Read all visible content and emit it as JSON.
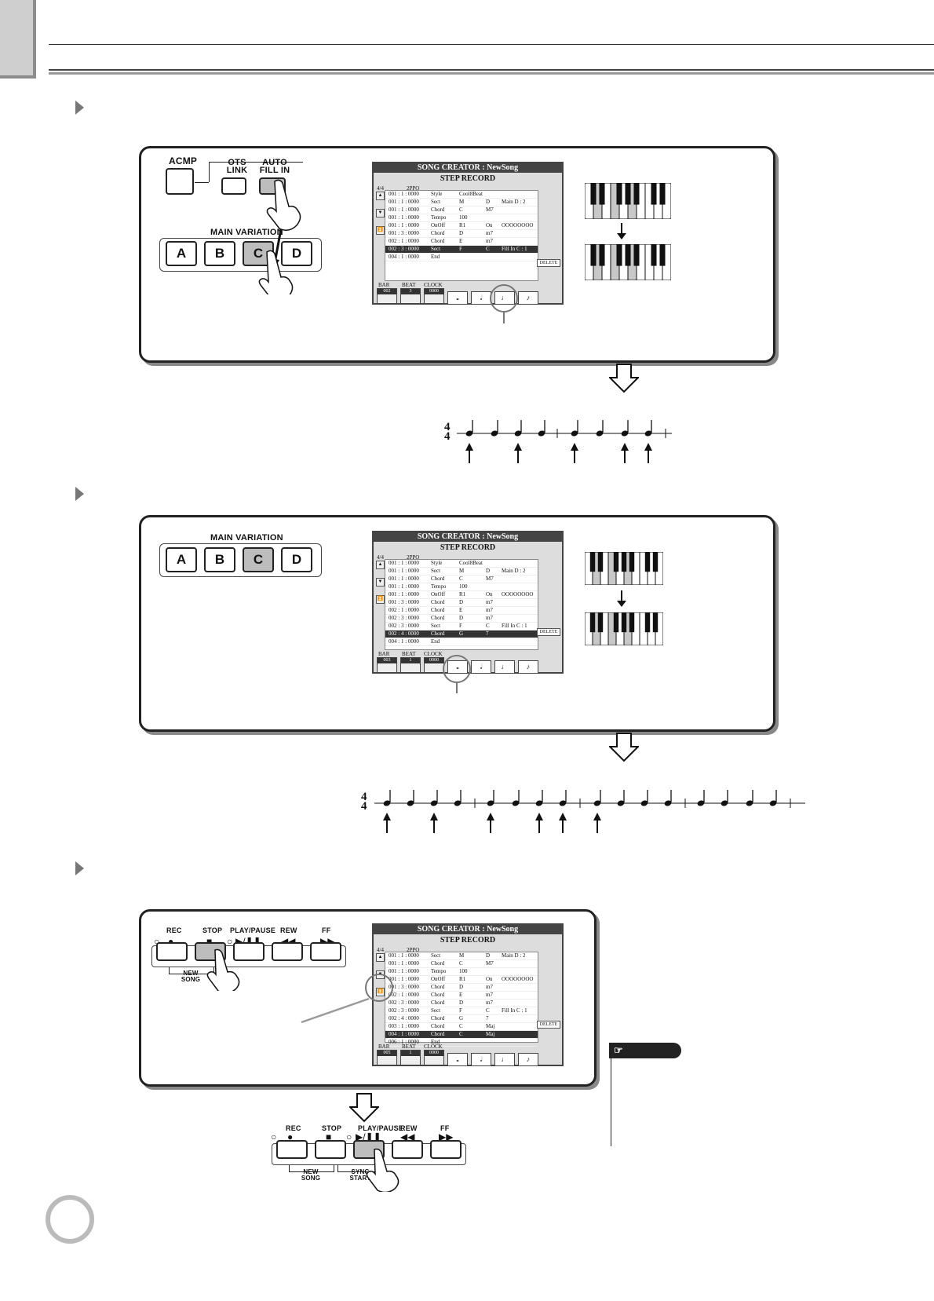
{
  "screen": {
    "title": "SONG CREATOR : NewSong",
    "subtitle": "STEP RECORD",
    "time_sig": "4/4",
    "ppq": "2PPQ",
    "delete_label": "DELETE",
    "bar_label": "BAR",
    "beat_label": "BEAT",
    "clock_label": "CLOCK",
    "note_buttons": [
      "𝅝",
      "𝅗𝅥",
      "♩",
      "♪"
    ]
  },
  "step1": {
    "acmp": "ACMP",
    "ots_link": "OTS LINK",
    "auto_fill_in": "AUTO FILL IN",
    "main_variation": "MAIN VARIATION",
    "sections": [
      "A",
      "B",
      "C",
      "D"
    ],
    "events": [
      [
        "001 : 1 : 0000",
        "Style",
        "Cool8Beat",
        "",
        ""
      ],
      [
        "001 : 1 : 0000",
        "Sect",
        "M",
        "D",
        "Main D  : 2"
      ],
      [
        "001 : 1 : 0000",
        "Chord",
        "C",
        "M7",
        ""
      ],
      [
        "001 : 1 : 0000",
        "Tempo",
        "100",
        "",
        ""
      ],
      [
        "001 : 1 : 0000",
        "OnOff",
        "R1",
        "On",
        "OOOOOOOO"
      ],
      [
        "001 : 3 : 0000",
        "Chord",
        "D",
        "m7",
        ""
      ],
      [
        "002 : 1 : 0000",
        "Chord",
        "E",
        "m7",
        ""
      ],
      [
        "002 : 3 : 0000",
        "Sect",
        "F",
        "C",
        "Fill In C  : 1"
      ],
      [
        "004 : 1 : 0000",
        "End",
        "",
        "",
        ""
      ]
    ],
    "selected": 7,
    "bar": "002",
    "beat": "3",
    "clock": "0000"
  },
  "step2": {
    "main_variation": "MAIN VARIATION",
    "sections": [
      "A",
      "B",
      "C",
      "D"
    ],
    "events": [
      [
        "001 : 1 : 0000",
        "Style",
        "Cool8Beat",
        "",
        ""
      ],
      [
        "001 : 1 : 0000",
        "Sect",
        "M",
        "D",
        "Main D  : 2"
      ],
      [
        "001 : 1 : 0000",
        "Chord",
        "C",
        "M7",
        ""
      ],
      [
        "001 : 1 : 0000",
        "Tempo",
        "100",
        "",
        ""
      ],
      [
        "001 : 1 : 0000",
        "OnOff",
        "R1",
        "On",
        "OOOOOOOO"
      ],
      [
        "001 : 3 : 0000",
        "Chord",
        "D",
        "m7",
        ""
      ],
      [
        "002 : 1 : 0000",
        "Chord",
        "E",
        "m7",
        ""
      ],
      [
        "002 : 3 : 0000",
        "Chord",
        "D",
        "m7",
        ""
      ],
      [
        "002 : 3 : 0000",
        "Sect",
        "F",
        "C",
        "Fill In C  : 1"
      ],
      [
        "002 : 4 : 0000",
        "Chord",
        "G",
        "7",
        ""
      ],
      [
        "004 : 1 : 0000",
        "End",
        "",
        "",
        ""
      ]
    ],
    "selected": 9,
    "bar": "003",
    "beat": "1",
    "clock": "0000"
  },
  "step3": {
    "transport": [
      "REC",
      "STOP",
      "PLAY/PAUSE",
      "REW",
      "FF"
    ],
    "new_song": "NEW SONG",
    "sync_start": "SYNC START",
    "events": [
      [
        "001 : 1 : 0000",
        "Sect",
        "M",
        "D",
        "Main D  : 2"
      ],
      [
        "001 : 1 : 0000",
        "Chord",
        "C",
        "M7",
        ""
      ],
      [
        "001 : 1 : 0000",
        "Tempo",
        "100",
        "",
        ""
      ],
      [
        "001 : 1 : 0000",
        "OnOff",
        "R1",
        "On",
        "OOOOOOOO"
      ],
      [
        "001 : 3 : 0000",
        "Chord",
        "D",
        "m7",
        ""
      ],
      [
        "002 : 1 : 0000",
        "Chord",
        "E",
        "m7",
        ""
      ],
      [
        "002 : 3 : 0000",
        "Chord",
        "D",
        "m7",
        ""
      ],
      [
        "002 : 3 : 0000",
        "Sect",
        "F",
        "C",
        "Fill In C  : 1"
      ],
      [
        "002 : 4 : 0000",
        "Chord",
        "G",
        "7",
        ""
      ],
      [
        "003 : 1 : 0000",
        "Chord",
        "C",
        "Maj",
        ""
      ],
      [
        "004 : 1 : 0000",
        "Chord",
        "C",
        "Maj",
        ""
      ],
      [
        "006 : 1 : 0000",
        "End",
        "",
        "",
        ""
      ]
    ],
    "selected": 10,
    "bar": "005",
    "beat": "1",
    "clock": "0000"
  },
  "staff": {
    "ts_top": "4",
    "ts_bottom": "4"
  }
}
